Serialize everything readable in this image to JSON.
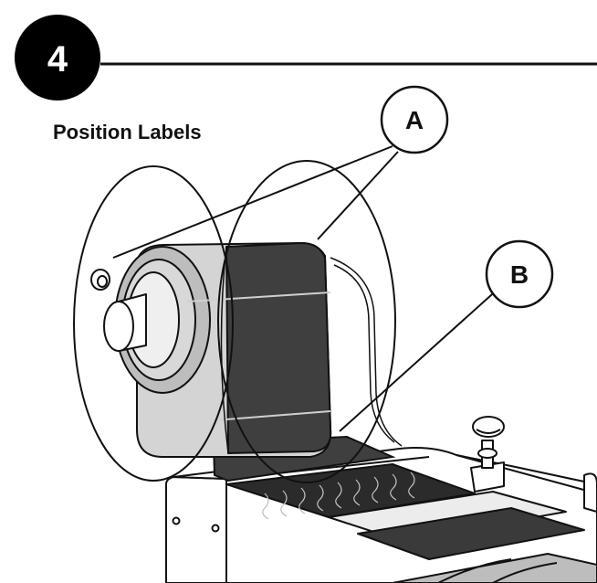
{
  "step": {
    "number": "4"
  },
  "heading": "Position Labels",
  "callouts": [
    {
      "letter": "A"
    },
    {
      "letter": "B"
    }
  ],
  "colors": {
    "ink": "#111111",
    "label_dark": "#3f3f3f",
    "roll_light": "#d4d4d4",
    "roll_mid": "#bdbdbd",
    "machine_top": "#e8e8e8"
  }
}
